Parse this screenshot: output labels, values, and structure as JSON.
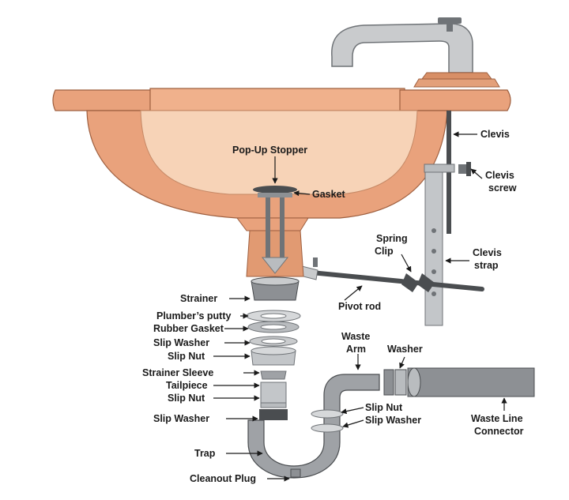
{
  "labels": {
    "pop_up_stopper": "Pop-Up Stopper",
    "gasket": "Gasket",
    "clevis": "Clevis",
    "clevis_screw_1": "Clevis",
    "clevis_screw_2": "screw",
    "spring_clip_1": "Spring",
    "spring_clip_2": "Clip",
    "clevis_strap_1": "Clevis",
    "clevis_strap_2": "strap",
    "pivot_rod": "Pivot rod",
    "strainer": "Strainer",
    "plumbers_putty": "Plumber’s putty",
    "rubber_gasket": "Rubber Gasket",
    "slip_washer_top": "Slip Washer",
    "slip_nut_top": "Slip Nut",
    "strainer_sleeve": "Strainer Sleeve",
    "tailpiece": "Tailpiece",
    "slip_nut_mid": "Slip Nut",
    "slip_washer_low": "Slip Washer",
    "trap": "Trap",
    "cleanout_plug": "Cleanout Plug",
    "waste_arm_1": "Waste",
    "waste_arm_2": "Arm",
    "washer": "Washer",
    "slip_nut_right": "Slip Nut",
    "slip_washer_right": "Slip Washer",
    "waste_line_1": "Waste Line",
    "waste_line_2": "Connector"
  },
  "colors": {
    "sink": "#e9a27c",
    "sink_inner": "#f7d3b7",
    "sink_dark": "#c07a55",
    "metal": "#b9bcbf",
    "metal_dark": "#6f7377",
    "rod": "#4a4d50",
    "pipe": "#8d9094"
  }
}
